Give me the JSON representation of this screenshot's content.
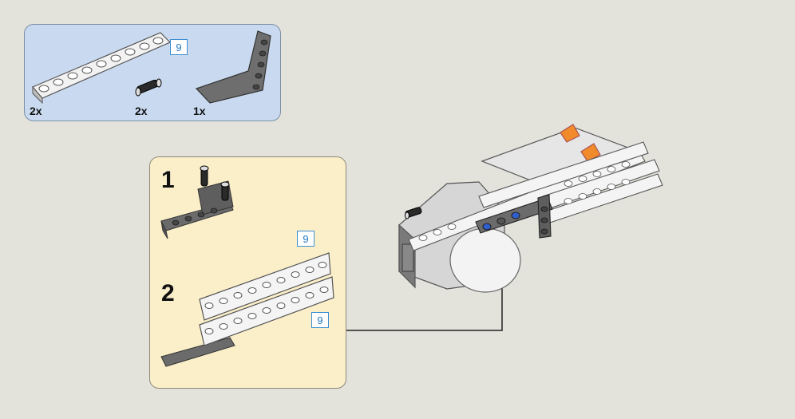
{
  "parts_list": {
    "items": [
      {
        "name": "light-grey-beam",
        "quantity": "2x",
        "length": "9"
      },
      {
        "name": "black-pin",
        "quantity": "2x"
      },
      {
        "name": "dark-grey-angled-beam",
        "quantity": "1x"
      }
    ]
  },
  "steps": [
    {
      "number": "1"
    },
    {
      "number": "2",
      "beam_lengths": [
        "9",
        "9"
      ]
    }
  ],
  "colors": {
    "parts_panel_bg": "#c9daf0",
    "step_panel_bg": "#fbefca",
    "page_bg": "#e3e3dc",
    "length_badge": "#1f78c8"
  }
}
